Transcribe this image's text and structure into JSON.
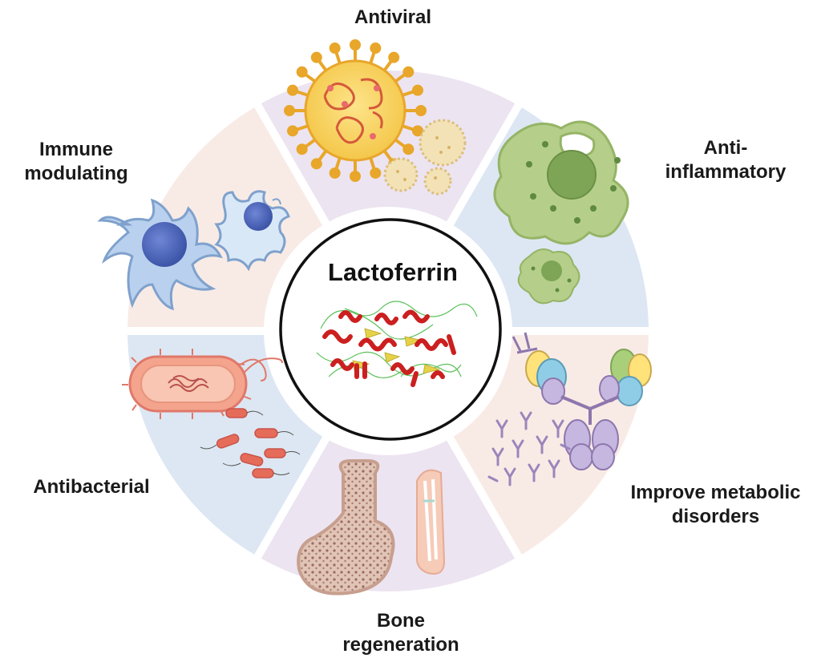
{
  "center": {
    "title": "Lactoferrin"
  },
  "segments": [
    {
      "key": "antiviral",
      "lines": [
        "Antiviral"
      ],
      "color": "#ece4f1"
    },
    {
      "key": "anti_inflammatory",
      "lines": [
        "Anti-",
        "inflammatory"
      ],
      "color": "#dde7f3"
    },
    {
      "key": "metabolic",
      "lines": [
        "Improve metabolic",
        "disorders"
      ],
      "color": "#f8ebe6"
    },
    {
      "key": "bone",
      "lines": [
        "Bone",
        "regeneration"
      ],
      "color": "#ece4f1"
    },
    {
      "key": "antibacterial",
      "lines": [
        "Antibacterial"
      ],
      "color": "#dde7f3"
    },
    {
      "key": "immune",
      "lines": [
        "Immune",
        "modulating"
      ],
      "color": "#f8ebe6"
    }
  ]
}
